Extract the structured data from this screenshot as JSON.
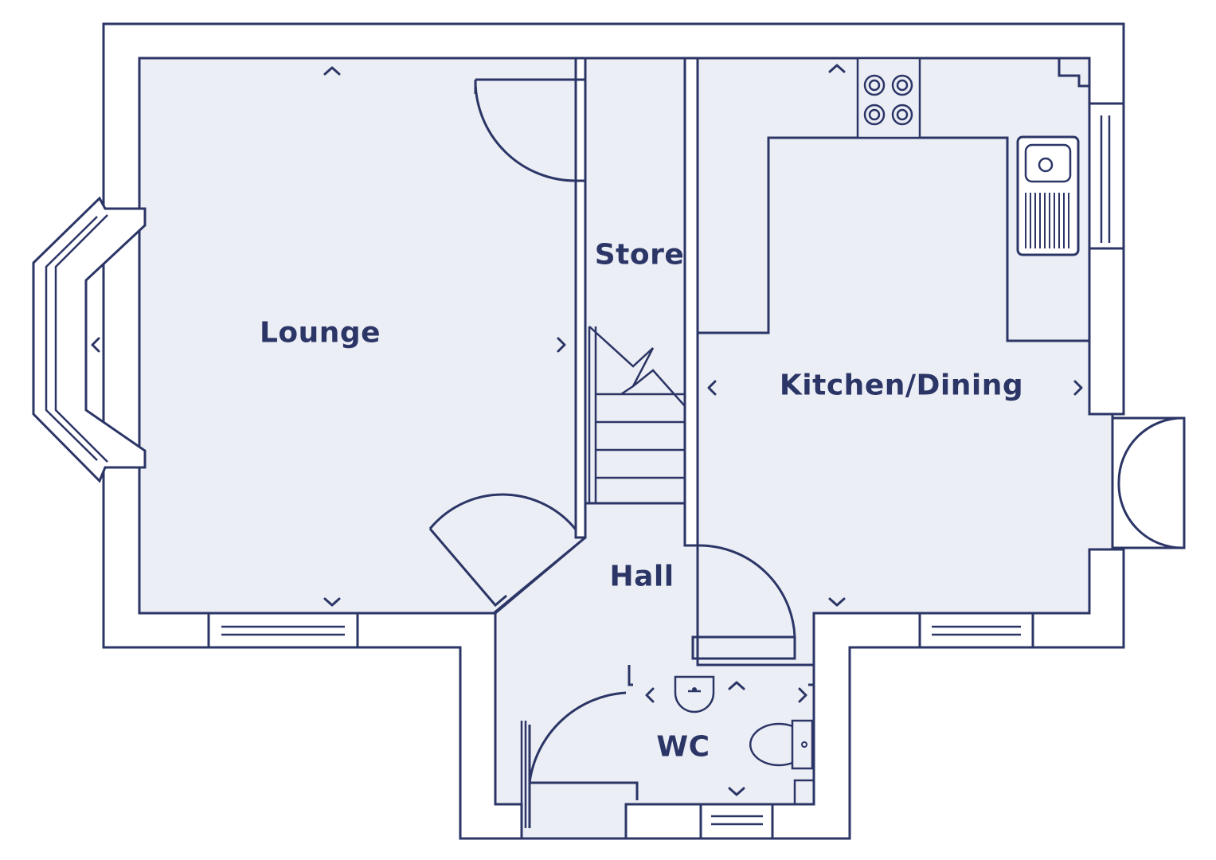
{
  "rooms": {
    "lounge": "Lounge",
    "store": "Store",
    "kitchen": "Kitchen/Dining",
    "hall": "Hall",
    "wc": "WC"
  },
  "colors": {
    "line": "#2b3566",
    "floor": "#eceef5",
    "wall": "#ffffff"
  }
}
